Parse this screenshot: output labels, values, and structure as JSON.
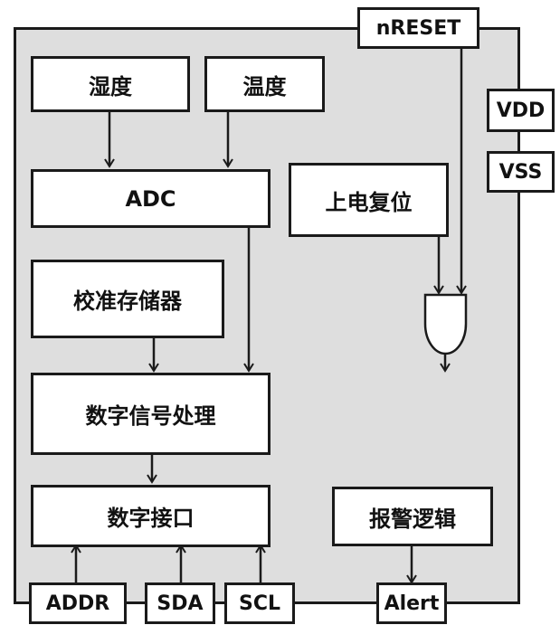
{
  "blocks": {
    "humidity": "湿度",
    "temperature": "温度",
    "adc": "ADC",
    "power_on_reset": "上电复位",
    "calibration_memory": "校准存储器",
    "digital_signal_processing": "数字信号处理",
    "digital_interface": "数字接口",
    "alert_logic": "报警逻辑"
  },
  "pins": {
    "nreset": "nRESET",
    "vdd": "VDD",
    "vss": "VSS",
    "addr": "ADDR",
    "sda": "SDA",
    "scl": "SCL",
    "alert": "Alert"
  },
  "colors": {
    "chip_fill": "#dedede",
    "box_fill": "#ffffff",
    "line": "#1a1a1a"
  }
}
